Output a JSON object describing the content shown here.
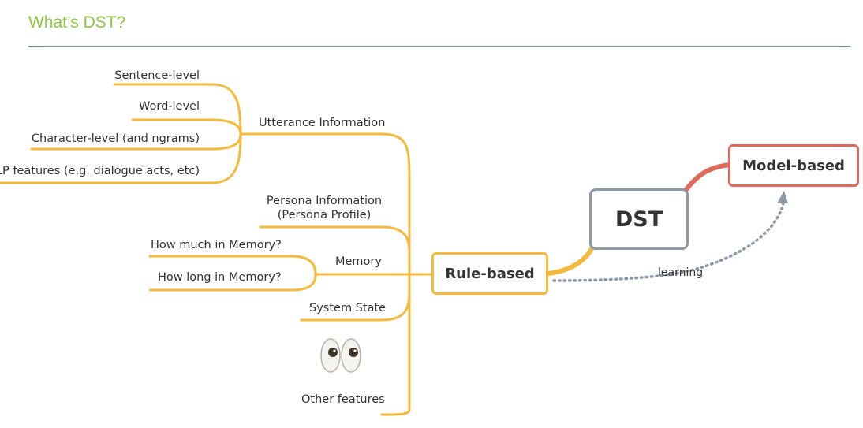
{
  "slide": {
    "title": "What’s DST?"
  },
  "colors": {
    "title": "#8cc63f",
    "rule": "#5b8fbd",
    "branch": "#f5b93c",
    "dst_border": "#8e99a8",
    "model_border": "#e06a5a",
    "learning_arrow": "#8e99a8"
  },
  "nodes": {
    "center": "DST",
    "rule_based": "Rule-based",
    "model_based": "Model-based"
  },
  "edges": {
    "learning": "learning"
  },
  "branches": {
    "utterance": {
      "label": "Utterance Information",
      "children": [
        "Sentence-level",
        "Word-level",
        "Character-level (and ngrams)",
        "NLP features (e.g. dialogue acts, etc)"
      ]
    },
    "persona": {
      "line1": "Persona Information",
      "line2": "(Persona Profile)"
    },
    "memory": {
      "label": "Memory",
      "children": [
        "How much in Memory?",
        "How long in Memory?"
      ]
    },
    "system_state": "System State",
    "eyes_icon": "eyes-emoji",
    "other": "Other features"
  }
}
